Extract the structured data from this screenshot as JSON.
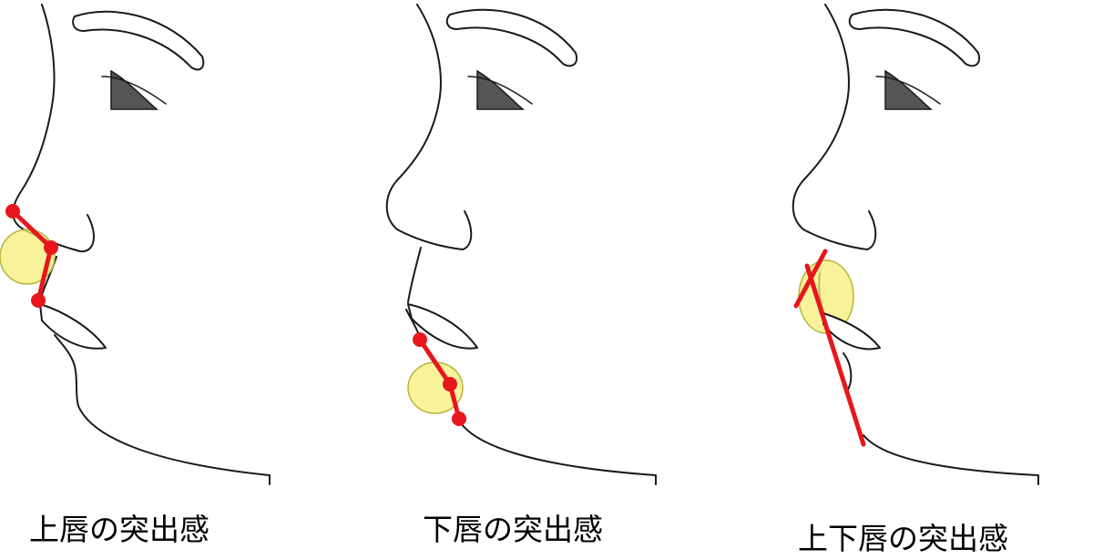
{
  "colors": {
    "marker": "#e8161b",
    "highlight": "#f5ee7a",
    "outline": "#1a1a1a"
  },
  "panels": [
    {
      "caption": "上唇の突出感"
    },
    {
      "caption": "下唇の突出感"
    },
    {
      "caption": "上下唇の突出感"
    }
  ]
}
